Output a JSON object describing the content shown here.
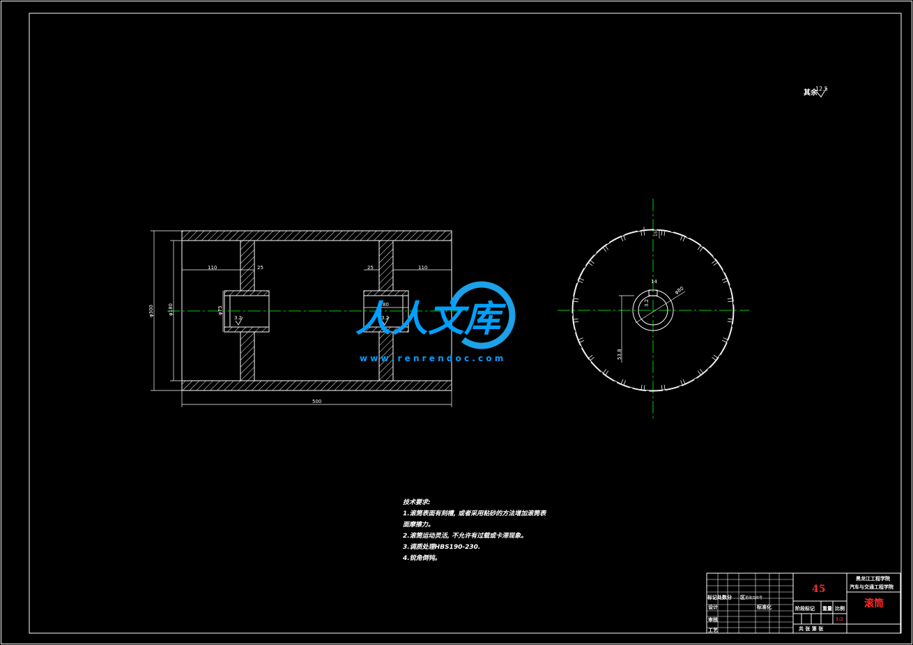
{
  "surface_finish": {
    "label": "其余",
    "value": "12.5"
  },
  "front_view": {
    "dim_left_spacing": "110",
    "dim_left_web": "25",
    "dim_right_web": "25",
    "dim_right_spacing": "110",
    "dim_hub_width": "80",
    "dim_bore": "φ75",
    "dim_outer_dia": "φ300",
    "dim_inner_dia": "φ180",
    "dim_total_length": "500",
    "finish_left": "3.2",
    "finish_right": "3.2"
  },
  "side_view": {
    "dim_key_width": "14",
    "dim_groove": "15",
    "dim_hub_dia": "φ80",
    "dim_bore_offset": "53.8",
    "finish": "3.2"
  },
  "watermark": {
    "brand": "人人文库",
    "url": "w w w . r e n r e n d o c . c o m"
  },
  "tech_notes": {
    "heading": "技术要求:",
    "lines": [
      "1.滚筒表面有刻槽, 或者采用粘砂的方法增加滚筒表",
      "面摩擦力。",
      "2.滚筒运动灵活, 不允许有过载或卡滞现象。",
      "3.调质处理HBS190-230.",
      "4.锐角倒钝。"
    ]
  },
  "title_block": {
    "material": "45",
    "school_line1": "黑龙江工程学院",
    "school_line2": "汽车与交通工程学院",
    "part_name": "滚筒",
    "row_mark": "标记处数分",
    "row_mark_b": "区",
    "row_mark_c": "更改文件号",
    "row_design": "设计",
    "row_design_name": "标准化",
    "row_review": "审核",
    "row_process": "工艺",
    "col_stage": "阶段标记",
    "col_weight": "重量",
    "col_scale": "比例",
    "scale_value": "1:2",
    "sheets": "共 张 第 张"
  }
}
